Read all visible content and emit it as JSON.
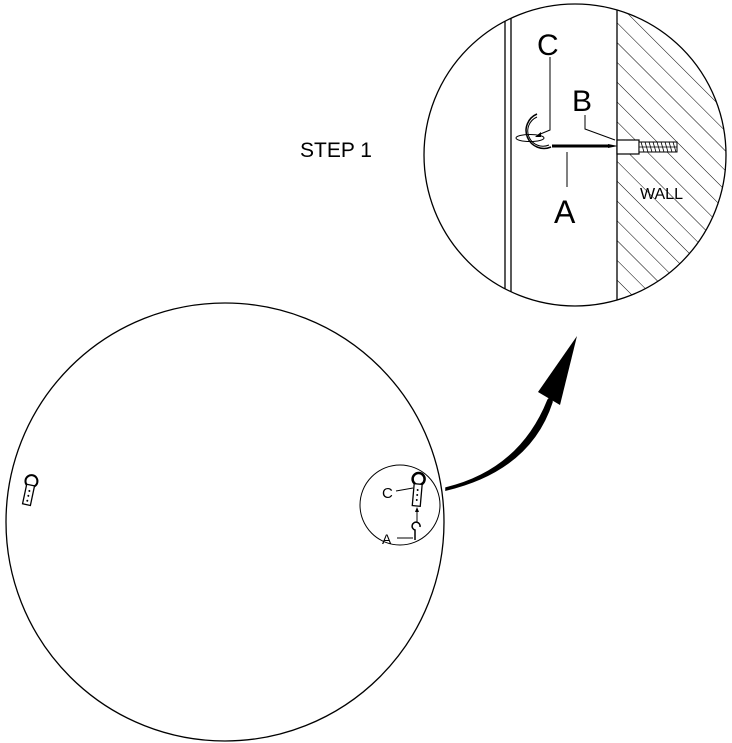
{
  "step_label": "STEP 1",
  "detail": {
    "label_a": "A",
    "label_b": "B",
    "label_c": "C",
    "wall_label": "WALL"
  },
  "overview": {
    "label_a": "A",
    "label_c": "C"
  },
  "colors": {
    "line": "#000000",
    "background": "#ffffff"
  }
}
